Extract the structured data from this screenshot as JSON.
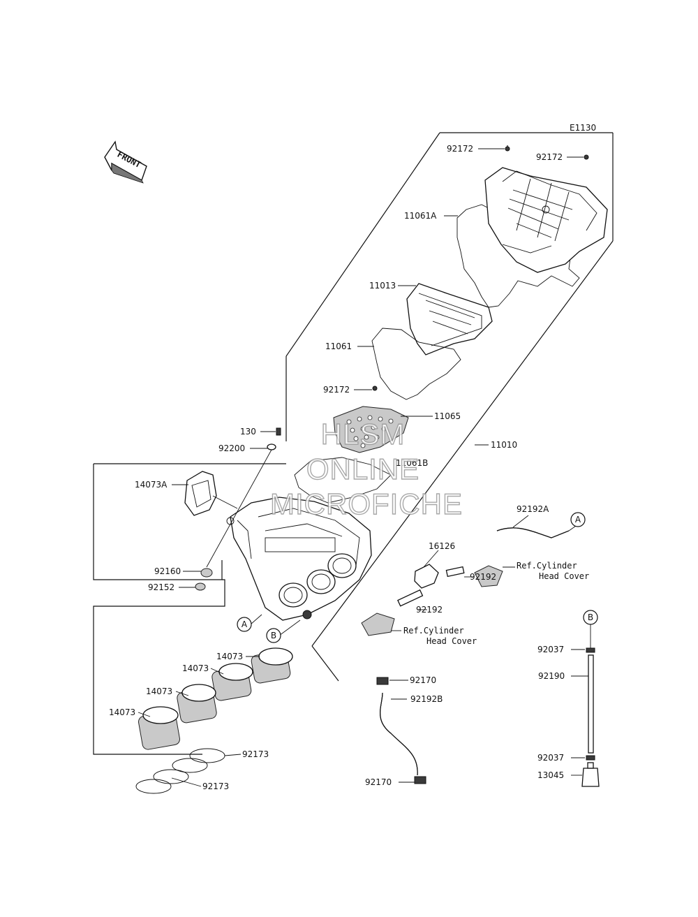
{
  "diagram_code": "E1130",
  "front_arrow": {
    "label": "FRONT"
  },
  "callouts": {
    "a_top": "A",
    "a_box": "A",
    "b_box": "B",
    "b_right": "B"
  },
  "labels": {
    "p92172_a": "92172",
    "p92172_b": "92172",
    "p11061A": "11061A",
    "p11013": "11013",
    "p11061": "11061",
    "p92172_c": "92172",
    "p11065": "11065",
    "p130": "130",
    "p92200": "92200",
    "p11061B": "11061B",
    "p11010": "11010",
    "p14073A": "14073A",
    "p92192A": "92192A",
    "p16126": "16126",
    "p92192_a": "92192",
    "p92192_b": "92192",
    "p92160": "92160",
    "p92152": "92152",
    "p14073_a": "14073",
    "p14073_b": "14073",
    "p14073_c": "14073",
    "p14073_d": "14073",
    "p92170_a": "92170",
    "p92192B": "92192B",
    "p92173_a": "92173",
    "p92173_b": "92173",
    "p92170_b": "92170",
    "p92037_a": "92037",
    "p92190": "92190",
    "p92037_b": "92037",
    "p13045": "13045"
  },
  "references": {
    "ref1_line1": "Ref.Cylinder",
    "ref1_line2": "Head Cover",
    "ref2_line1": "Ref.Cylinder",
    "ref2_line2": "Head Cover"
  },
  "watermark": {
    "line1": "HLSM",
    "line2": "ONLINE",
    "line3": "MICROFICHE"
  }
}
